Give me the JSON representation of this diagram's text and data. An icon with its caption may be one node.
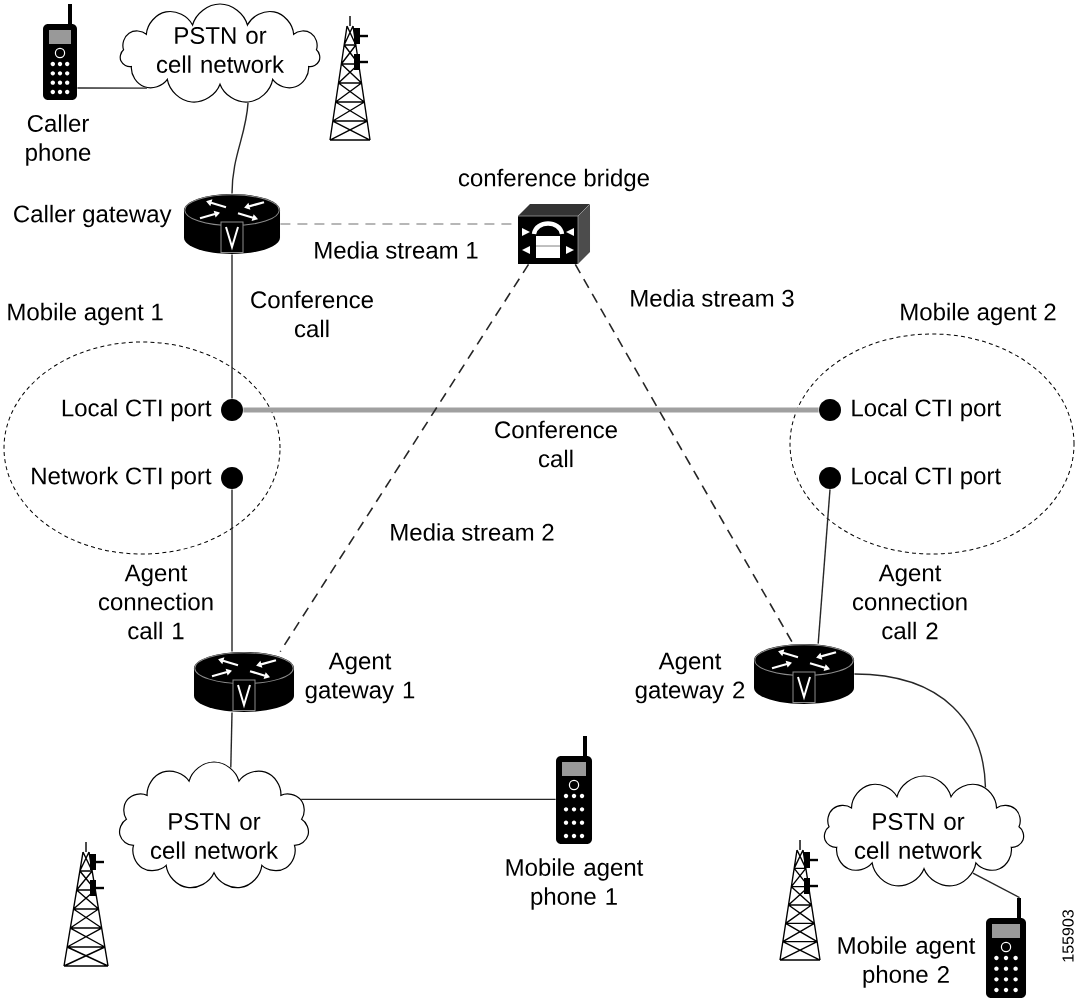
{
  "diagram": {
    "nodes": [
      {
        "text": [],
        "shape": "picture",
        "beside": [
          "Caller phone"
        ]
      },
      {
        "text": [
          "PSTN or cell network"
        ]
      },
      {
        "text": [],
        "shape": "picture",
        "beside": [
          "Caller gateway"
        ]
      },
      {
        "text": [],
        "shape": "picture",
        "beside": [
          "conference bridge"
        ]
      },
      {
        "text": [
          "Mobile agent 1"
        ]
      },
      {
        "text": [],
        "shape": "circle",
        "in": 4,
        "beside": [
          "Local CTI port"
        ]
      },
      {
        "text": [],
        "shape": "circle",
        "in": 4,
        "beside": [
          "Network CTI port"
        ]
      },
      {
        "text": [
          "Mobile agent 2"
        ]
      },
      {
        "text": [],
        "shape": "circle",
        "in": 7,
        "beside": [
          "Local CTI port"
        ]
      },
      {
        "text": [],
        "shape": "circle",
        "in": 7,
        "beside": [
          "Local CTI port"
        ]
      },
      {
        "text": [],
        "shape": "picture",
        "beside": [
          "Agent gateway 1"
        ]
      },
      {
        "text": [],
        "shape": "picture",
        "beside": [
          "Agent gateway 2"
        ]
      },
      {
        "text": [
          "PSTN or cell network"
        ]
      },
      {
        "text": [],
        "shape": "picture",
        "beside": [
          "Mobile agent phone 1"
        ]
      },
      {
        "text": [
          "PSTN or cell network"
        ]
      },
      {
        "text": [],
        "shape": "picture",
        "beside": [
          "Mobile agent phone 2"
        ]
      }
    ],
    "edges": [
      {
        "from": 0,
        "to": 1,
        "arrow": "none"
      },
      {
        "from": 1,
        "to": 2,
        "arrow": "none"
      },
      {
        "from": 2,
        "to": 3,
        "arrow": "none",
        "label": "Media stream 1",
        "style": "dashed",
        "color": "#a0a0a0"
      },
      {
        "from": 2,
        "to": 5,
        "arrow": "none",
        "label": "Conference call"
      },
      {
        "from": 5,
        "to": 8,
        "arrow": "none",
        "label": "Conference call",
        "style": "thick",
        "color": "#a0a0a0"
      },
      {
        "from": 6,
        "to": 10,
        "arrow": "none",
        "label": "Agent connection call 1"
      },
      {
        "from": 3,
        "to": 10,
        "arrow": "none",
        "label": "Media stream 2",
        "style": "dashed"
      },
      {
        "from": 3,
        "to": 11,
        "arrow": "none",
        "label": "Media stream 3",
        "style": "dashed"
      },
      {
        "from": 9,
        "to": 11,
        "arrow": "none",
        "label": "Agent connection call 2"
      },
      {
        "from": 10,
        "to": 12,
        "arrow": "none"
      },
      {
        "from": 12,
        "to": 13,
        "arrow": "none"
      },
      {
        "from": 11,
        "to": 14,
        "arrow": "none"
      },
      {
        "from": 14,
        "to": 15,
        "arrow": "none"
      }
    ],
    "labels": [
      "155903"
    ]
  }
}
